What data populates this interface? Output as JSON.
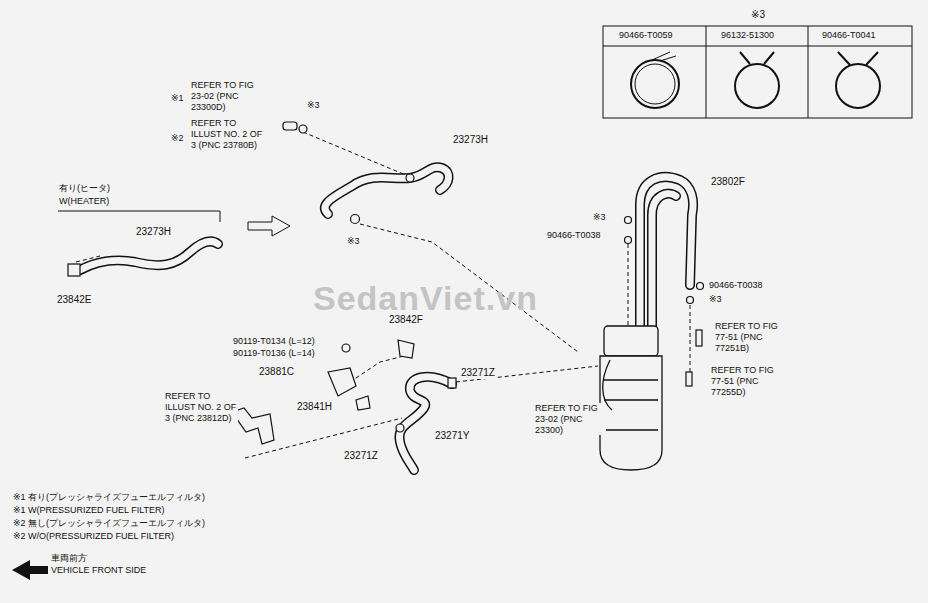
{
  "diagram": {
    "labels": [
      "※3",
      "90466-T0059",
      "96132-51300",
      "90466-T0041",
      "※1",
      "REFER TO FIG 23-02 (PNC 23300D)",
      "※2",
      "REFER TO ILLUST NO. 2 OF 3 (PNC 23780B)",
      "※3",
      "23273H",
      "有り(ヒータ)",
      "W(HEATER)",
      "23273H",
      "23842E",
      "※3",
      "23802F",
      "※3",
      "90466-T0038",
      "90466-T0038",
      "※3",
      "REFER TO FIG 77-51 (PNC 77251B)",
      "REFER TO FIG 77-51 (PNC 77255D)",
      "90119-T0134 (L=12)",
      "90119-T0136 (L=14)",
      "23842F",
      "23881C",
      "23841H",
      "23271Z",
      "23271Z",
      "23271Y",
      "REFER TO ILLUST NO. 2 OF 3 (PNC 23812D)",
      "REFER TO FIG 23-02 (PNC 23300)",
      "※1 有り(プレッシャライズフューエルフィルタ)",
      "※1 W(PRESSURIZED FUEL FILTER)",
      "※2 無し(プレッシャライズフューエルフィルタ)",
      "※2 W/O(PRESSURIZED FUEL FILTER)",
      "車両前方",
      "VEHICLE FRONT SIDE",
      "SedanViet.vn"
    ]
  }
}
